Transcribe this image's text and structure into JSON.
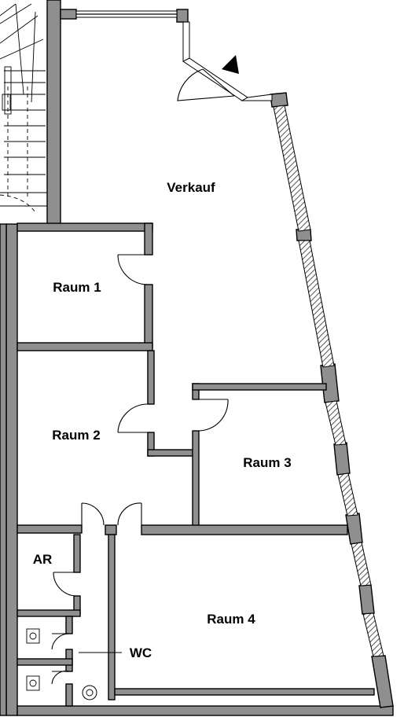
{
  "rooms": {
    "verkauf": "Verkauf",
    "raum1": "Raum 1",
    "raum2": "Raum 2",
    "raum3": "Raum 3",
    "raum4": "Raum 4",
    "ar": "AR",
    "wc": "WC"
  },
  "icons": {
    "entrance": "entrance-arrow-icon",
    "toilet": "toilet-icon",
    "urinal": "urinal-icon"
  }
}
